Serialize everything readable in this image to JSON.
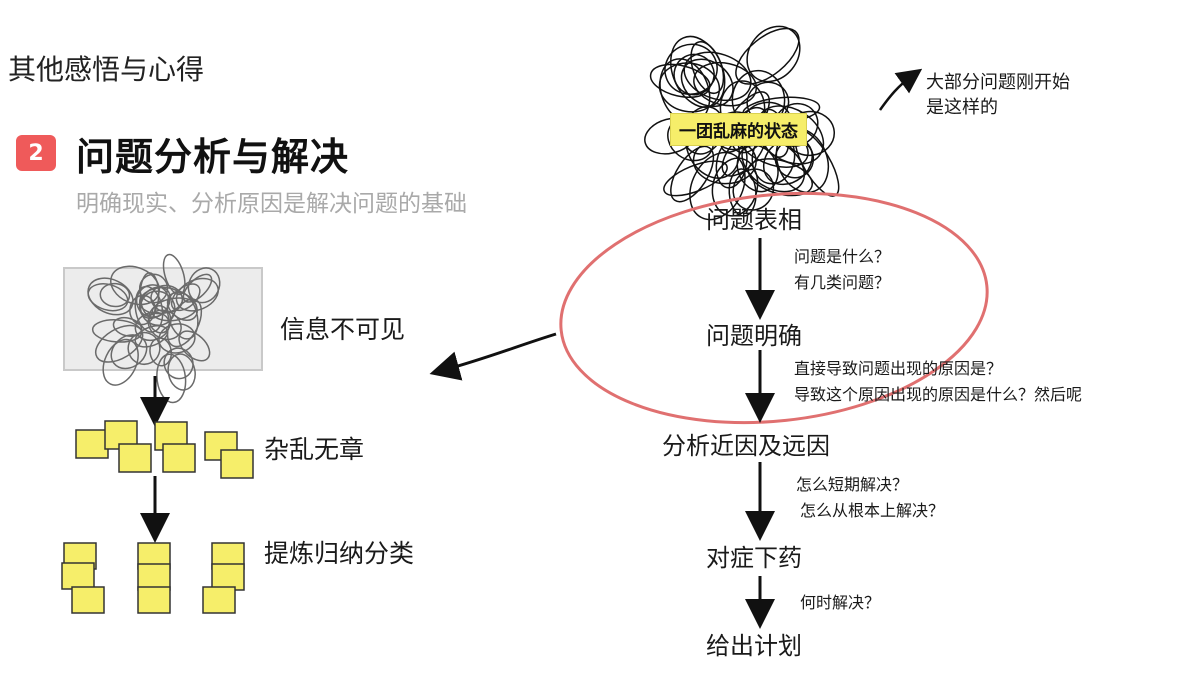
{
  "page": {
    "title": "其他感悟与心得"
  },
  "section": {
    "number": "2",
    "title": "问题分析与解决",
    "subtitle": "明确现实、分析原因是解决问题的基础"
  },
  "left_flow": {
    "stage1": "信息不可见",
    "stage2": "杂乱无章",
    "stage3": "提炼归纳分类"
  },
  "cloud": {
    "label": "一团乱麻的状态",
    "note_line1": "大部分问题刚开始",
    "note_line2": "是这样的"
  },
  "right_flow": {
    "steps": [
      "问题表相",
      "问题明确",
      "分析近因及远因",
      "对症下药",
      "给出计划"
    ],
    "q1_line1": "问题是什么？",
    "q1_line2": "有几类问题？",
    "q2_line1": "直接导致问题出现的原因是？",
    "q2_line2": "导致这个原因出现的原因是什么？然后呢",
    "q3_line1": "怎么短期解决？",
    "q3_line2": "怎么从根本上解决？",
    "q4_line1": "何时解决？"
  },
  "colors": {
    "badge": "#ef5a5a",
    "sticky_note": "#f6ee6a",
    "ellipse": "#e07070",
    "subtitle_gray": "#a9a9a9"
  }
}
